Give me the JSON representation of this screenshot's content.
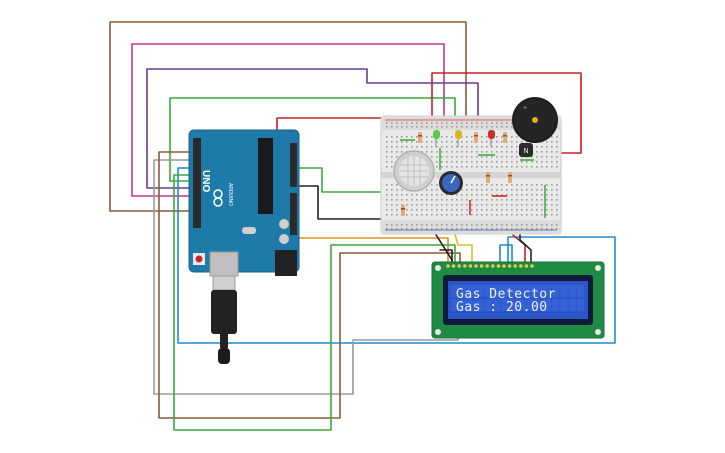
{
  "colors": {
    "background": "#ffffff",
    "arduino_board": "#1e7aa8",
    "breadboard": "#e8e8e8",
    "lcd_pcb": "#1f8a43",
    "lcd_screen": "#2c56c8",
    "wire_brown": "#8b5a3c",
    "wire_magenta": "#c0368a",
    "wire_purple": "#6a3a9a",
    "wire_green": "#3aaa3a",
    "wire_red": "#cc2020",
    "wire_blue": "#1e8bd0",
    "wire_gray": "#9a9a9a",
    "wire_black": "#222222",
    "wire_orange": "#e09020",
    "wire_yellow": "#e0c020"
  },
  "arduino": {
    "brand_text": "UNO",
    "sub_text": "ARDUINO"
  },
  "lcd": {
    "line1": "Gas Detector",
    "line2": "Gas : 20.00"
  },
  "icons": {
    "buzzer": "buzzer-icon",
    "gas_sensor": "gas-sensor-icon",
    "potentiometer": "potentiometer-icon",
    "usb_cable": "usb-cable-icon"
  }
}
